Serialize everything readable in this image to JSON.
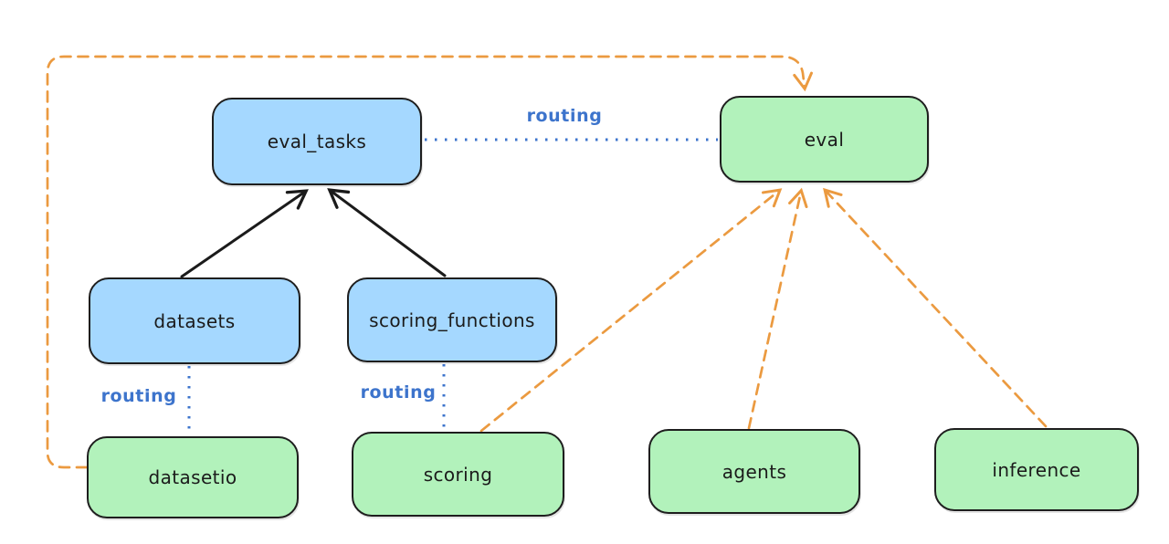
{
  "diagram": {
    "title": "",
    "colors": {
      "node_border": "#1e1e1e",
      "blue_fill": "#a5d8ff",
      "green_fill": "#b2f2bb",
      "routing_blue": "#3d74cc",
      "orange": "#eb9a40",
      "arrow_black": "#1b1b1b",
      "background": "#ffffff"
    },
    "nodes": {
      "eval_tasks": {
        "label": "eval_tasks",
        "fill": "blue"
      },
      "eval": {
        "label": "eval",
        "fill": "green"
      },
      "datasets": {
        "label": "datasets",
        "fill": "blue"
      },
      "scoring_functions": {
        "label": "scoring_functions",
        "fill": "blue"
      },
      "datasetio": {
        "label": "datasetio",
        "fill": "green"
      },
      "scoring": {
        "label": "scoring",
        "fill": "green"
      },
      "agents": {
        "label": "agents",
        "fill": "green"
      },
      "inference": {
        "label": "inference",
        "fill": "green"
      }
    },
    "edges": {
      "eval_tasks_eval": {
        "from": "eval_tasks",
        "to": "eval",
        "style": "dotted-blue",
        "label": "routing"
      },
      "datasets_datasetio": {
        "from": "datasets",
        "to": "datasetio",
        "style": "dotted-blue",
        "label": "routing"
      },
      "scoring_functions_scoring": {
        "from": "scoring_functions",
        "to": "scoring",
        "style": "dotted-blue",
        "label": "routing"
      },
      "datasets_to_eval_tasks": {
        "from": "datasets",
        "to": "eval_tasks",
        "style": "solid-black-arrow",
        "label": ""
      },
      "scoring_functions_to_eval_tasks": {
        "from": "scoring_functions",
        "to": "eval_tasks",
        "style": "solid-black-arrow",
        "label": ""
      },
      "datasetio_to_eval": {
        "from": "datasetio",
        "to": "eval",
        "style": "dashed-orange-arrow",
        "label": ""
      },
      "scoring_to_eval": {
        "from": "scoring",
        "to": "eval",
        "style": "dashed-orange-arrow",
        "label": ""
      },
      "agents_to_eval": {
        "from": "agents",
        "to": "eval",
        "style": "dashed-orange-arrow",
        "label": ""
      },
      "inference_to_eval": {
        "from": "inference",
        "to": "eval",
        "style": "dashed-orange-arrow",
        "label": ""
      }
    }
  }
}
